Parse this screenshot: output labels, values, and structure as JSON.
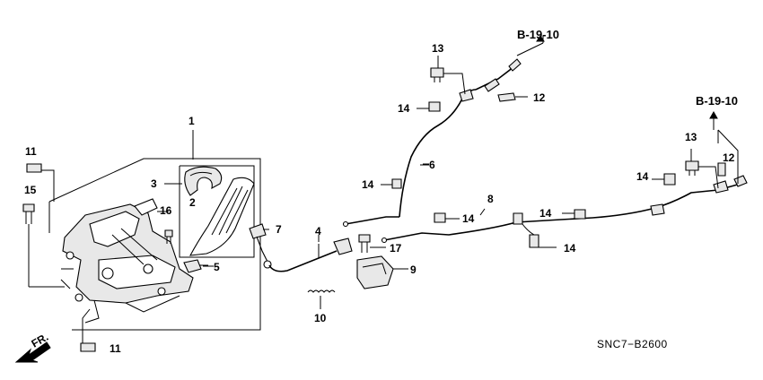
{
  "diagram": {
    "callouts": [
      "1",
      "2",
      "3",
      "4",
      "5",
      "6",
      "7",
      "8",
      "9",
      "10",
      "11",
      "11",
      "12",
      "12",
      "13",
      "13",
      "14",
      "14",
      "14",
      "14",
      "14",
      "14",
      "15",
      "16",
      "17"
    ],
    "ref_labels": [
      "B-19-10",
      "B-19-10"
    ],
    "direction_label": "FR.",
    "drawing_code": "SNC7−B2600"
  }
}
